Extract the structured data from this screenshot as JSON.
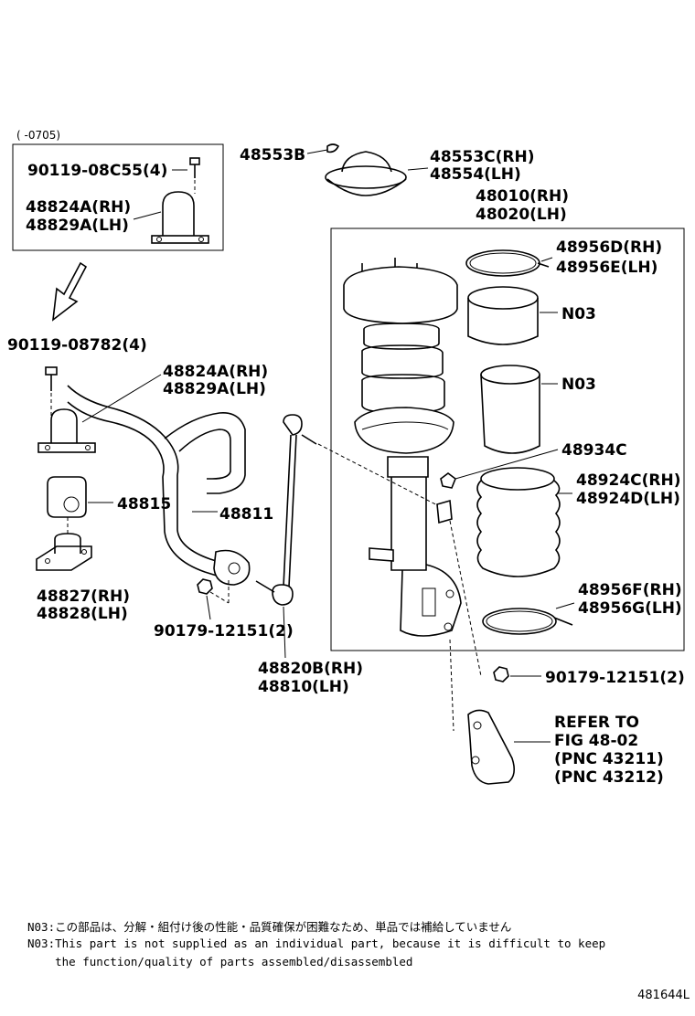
{
  "labels": {
    "inset_date": "(      -0705)",
    "inset_bolt": "90119-08C55(4)",
    "inset_bracket_rh": "48824A(RH)",
    "inset_bracket_lh": "48829A(LH)",
    "bolt_main": "90119-08782(4)",
    "bracket_rh": "48824A(RH)",
    "bracket_lh": "48829A(LH)",
    "bushing": "48815",
    "stabilizer_bar": "48811",
    "clamp_rh": "48827(RH)",
    "clamp_lh": "48828(LH)",
    "nut_left": "90179-12151(2)",
    "link_rh": "48820B(RH)",
    "link_lh": "48810(LH)",
    "bound_stopper": "48553B",
    "support_rh": "48553C(RH)",
    "support_lh": "48554(LH)",
    "strut_rh": "48010(RH)",
    "strut_lh": "48020(LH)",
    "band_top_rh": "48956D(RH)",
    "band_top_lh": "48956E(LH)",
    "n03_a": "N03",
    "n03_b": "N03",
    "clip": "48934C",
    "boot_rh": "48924C(RH)",
    "boot_lh": "48924D(LH)",
    "band_bottom_rh": "48956F(RH)",
    "band_bottom_lh": "48956G(LH)",
    "nut_right": "90179-12151(2)",
    "refer_1": "REFER TO",
    "refer_2": "FIG 48-02",
    "refer_3": "(PNC 43211)",
    "refer_4": "(PNC 43212)"
  },
  "notes": {
    "line1": "N03:この部品は、分解・組付け後の性能・品質確保が困難なため、単品では補給していません",
    "line2": "N03:This part is not supplied as an individual part, because it is difficult to keep",
    "line3": "    the function/quality of parts assembled/disassembled"
  },
  "figure_ref": "481644L"
}
